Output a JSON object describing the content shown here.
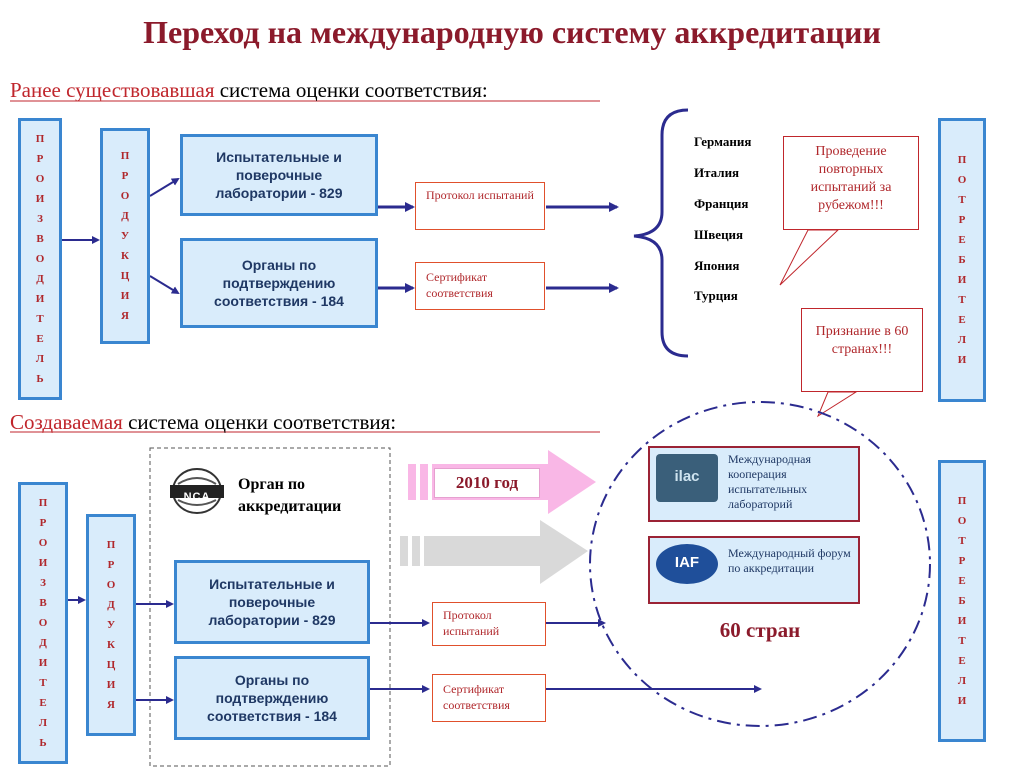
{
  "title": "Переход на международную систему аккредитации",
  "old_system": {
    "label_red": "Ранее существовавшая",
    "label_rest": " система оценки соответствия:",
    "producers": [
      "П",
      "Р",
      "О",
      "И",
      "З",
      "В",
      "О",
      "Д",
      "И",
      "Т",
      "Е",
      "Л",
      "Ь"
    ],
    "products": [
      "П",
      "Р",
      "О",
      "Д",
      "У",
      "К",
      "Ц",
      "И",
      "Я"
    ],
    "labs": "Испытательные и поверочные лаборатории - 829",
    "certbodies": "Органы по подтверждению соответствия - 184",
    "protocol": "Протокол испытаний",
    "certificate": "Сертификат соответствия",
    "countries": [
      "Германия",
      "Италия",
      "Франция",
      "Швеция",
      "Япония",
      "Турция"
    ],
    "callout_retest": "Проведение повторных испытаний за рубежом!!!",
    "consumers": [
      "П",
      "О",
      "Т",
      "Р",
      "Е",
      "Б",
      "И",
      "Т",
      "Е",
      "Л",
      "И"
    ]
  },
  "new_system": {
    "label_red": "Создаваемая",
    "label_rest": " система оценки соответствия:",
    "callout_recognition": "Признание в 60 странах!!!",
    "accreditation_body": "Орган по аккредитации",
    "nca_logo": "NCA",
    "year": "2010 год",
    "producers": [
      "П",
      "Р",
      "О",
      "И",
      "З",
      "В",
      "О",
      "Д",
      "И",
      "Т",
      "Е",
      "Л",
      "Ь"
    ],
    "products": [
      "П",
      "Р",
      "О",
      "Д",
      "У",
      "К",
      "Ц",
      "И",
      "Я"
    ],
    "labs": "Испытательные и поверочные лаборатории - 829",
    "certbodies": "Органы по подтверждению соответствия - 184",
    "protocol": "Протокол испытаний",
    "certificate": "Сертификат соответствия",
    "ilac_logo": "ilac",
    "ilac_text": "Международная кооперация испытательных лабораторий",
    "iaf_logo": "IAF",
    "iaf_text": "Международный форум по аккредитации",
    "countries_count": "60 стран",
    "consumers": [
      "П",
      "О",
      "Т",
      "Р",
      "Е",
      "Б",
      "И",
      "Т",
      "Е",
      "Л",
      "И"
    ]
  },
  "colors": {
    "title": "#8b1a2b",
    "accent_red": "#c0262c",
    "box_border": "#3a86d0",
    "box_fill": "#d9ecfb",
    "arrow": "#2b2b8f"
  }
}
